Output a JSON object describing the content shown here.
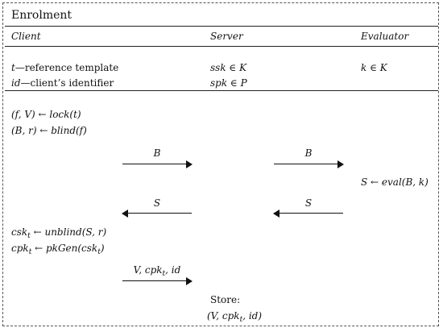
{
  "title": "Enrolment",
  "headers": {
    "client": "Client",
    "server": "Server",
    "evaluator": "Evaluator"
  },
  "setup": {
    "client_t_var": "t",
    "client_t_desc": "—reference template",
    "client_id_var": "id",
    "client_id_desc": "—client’s identifier",
    "server_ssk": "ssk ∈ K",
    "server_spk": "spk ∈ P",
    "evaluator_k": "k ∈ K"
  },
  "steps": {
    "lock": "(f, V) ← lock(t)",
    "blind": "(B, r) ← blind(f)",
    "msg1_client_server": "B",
    "msg1_server_eval": "B",
    "eval": "S ← eval(B, k)",
    "msg2_eval_server": "S",
    "msg2_server_client": "S",
    "unblind_lhs": "csk",
    "unblind_sub": "t",
    "unblind_rhs": " ← unblind(S, r)",
    "pkgen_lhs": "cpk",
    "pkgen_sub": "t",
    "pkgen_mid": " ← pkGen(csk",
    "pkgen_sub2": "t",
    "pkgen_end": ")",
    "msg3_a": "V, cpk",
    "msg3_sub": "t",
    "msg3_b": ", id",
    "store_label": "Store:",
    "store_a": "(V, cpk",
    "store_sub": "t",
    "store_b": ", id)"
  }
}
